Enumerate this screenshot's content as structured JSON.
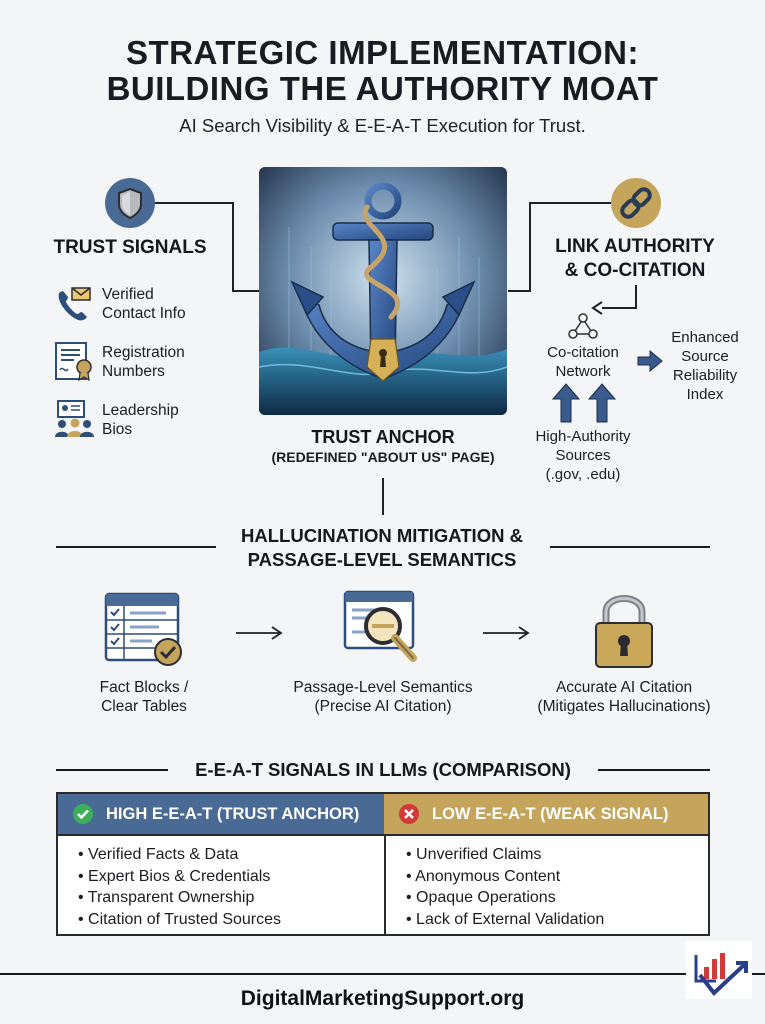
{
  "title": {
    "line1": "STRATEGIC IMPLEMENTATION:",
    "line2": "BUILDING THE AUTHORITY MOAT"
  },
  "subtitle": "AI Search Visibility & E-E-A-T Execution for Trust.",
  "trust_signals": {
    "heading": "TRUST SIGNALS",
    "items": [
      {
        "line1": "Verified",
        "line2": "Contact Info",
        "icon": "phone-mail-icon"
      },
      {
        "line1": "Registration",
        "line2": "Numbers",
        "icon": "certificate-icon"
      },
      {
        "line1": "Leadership",
        "line2": "Bios",
        "icon": "team-icon"
      }
    ]
  },
  "anchor": {
    "label1": "TRUST ANCHOR",
    "label2": "(REDEFINED \"ABOUT US\" PAGE)"
  },
  "link_authority": {
    "heading1": "LINK AUTHORITY",
    "heading2": "& CO-CITATION",
    "network1": "Co-citation",
    "network2": "Network",
    "enhanced1": "Enhanced",
    "enhanced2": "Source",
    "enhanced3": "Reliability",
    "enhanced4": "Index",
    "sources1": "High-Authority",
    "sources2": "Sources",
    "sources3": "(.gov, .edu)"
  },
  "hallucination": {
    "heading1": "HALLUCINATION MITIGATION &",
    "heading2": "PASSAGE-LEVEL SEMANTICS",
    "steps": [
      {
        "line1": "Fact Blocks /",
        "line2": "Clear Tables",
        "icon": "table-check-icon"
      },
      {
        "line1": "Passage-Level Semantics",
        "line2": "(Precise AI Citation)",
        "icon": "magnifier-icon"
      },
      {
        "line1": "Accurate AI Citation",
        "line2": "(Mitigates Hallucinations)",
        "icon": "padlock-icon"
      }
    ]
  },
  "eeat": {
    "heading": "E-E-A-T SIGNALS IN LLMs (COMPARISON)",
    "high": {
      "label": "HIGH E-E-A-T (TRUST ANCHOR)",
      "items": [
        "Verified Facts & Data",
        "Expert Bios & Credentials",
        "Transparent Ownership",
        "Citation of Trusted Sources"
      ]
    },
    "low": {
      "label": "LOW E-E-A-T (WEAK SIGNAL)",
      "items": [
        "Unverified Claims",
        "Anonymous Content",
        "Opaque Operations",
        "Lack of External Validation"
      ]
    }
  },
  "footer": "DigitalMarketingSupport.org",
  "colors": {
    "blue": "#4a6a96",
    "gold": "#c5a55c",
    "check_green": "#3fae5a",
    "x_red": "#d23a3a"
  }
}
